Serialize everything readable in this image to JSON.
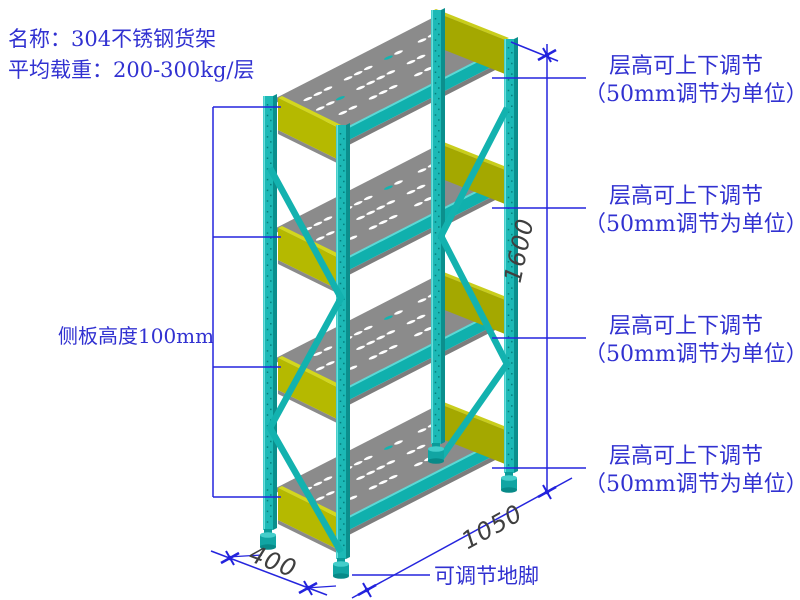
{
  "title": {
    "name_line": "名称：304不锈钢货架",
    "load_line": "平均载重：200-300kg/层"
  },
  "labels": {
    "side_panel_height": "侧板高度100mm",
    "adjustable_foot": "可调节地脚"
  },
  "shelf_annotations": [
    {
      "line1": "层高可上下调节",
      "line2": "（50mm调节为单位）"
    },
    {
      "line1": "层高可上下调节",
      "line2": "（50mm调节为单位）"
    },
    {
      "line1": "层高可上下调节",
      "line2": "（50mm调节为单位）"
    },
    {
      "line1": "层高可上下调节",
      "line2": "（50mm调节为单位）"
    }
  ],
  "dimensions": {
    "height_mm": "1600",
    "width_mm": "1050",
    "depth_mm": "400"
  },
  "colors": {
    "frame_teal": "#16b5b2",
    "frame_teal_dark": "#0b8f8d",
    "panel_yellow": "#b5b900",
    "deck_gray": "#8b8b8b",
    "dimension_blue": "#2525dd",
    "label_blue": "#3131d1",
    "dim_text_gray": "#3f3f3f"
  }
}
